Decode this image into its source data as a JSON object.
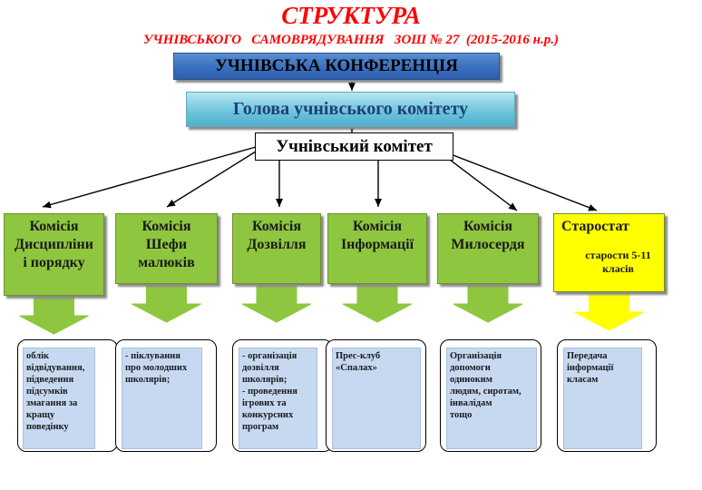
{
  "title": "СТРУКТУРА",
  "subtitle": "УЧНІВСЬКОГО   САМОВРЯДУВАННЯ   ЗОШ № 27  (2015-2016 н.р.)",
  "conference": "УЧНІВСЬКА КОНФЕРЕНЦІЯ",
  "head": "Голова  учнівського комітету",
  "committee": "Учнівський комітет",
  "commissions": [
    {
      "label": "Комісія\nДисципліни\nі порядку",
      "color": "#8ec63f",
      "detail": "облік\nвідвідування,\nпідведення\nпідсумків\nзмагання за\nкращу\nповедінку"
    },
    {
      "label": "Комісія\nШефи\nмалюків",
      "color": "#8ec63f",
      "detail": "- піклування\nпро молодших\nшколярів;"
    },
    {
      "label": "Комісія\nДозвілля",
      "color": "#8ec63f",
      "detail": "- організація\nдозвілля\nшколярів;\n- проведення\nігрових та\nконкурсних\nпрограм"
    },
    {
      "label": "Комісія\nІнформації",
      "color": "#8ec63f",
      "detail": "Прес-клуб\n«Спалах»"
    },
    {
      "label": "Комісія\nМилосердя",
      "color": "#8ec63f",
      "detail": "Організація\nдопомоги\nодиноким\nлюдям, сиротам,\nінвалідам\nтощо"
    },
    {
      "label": "Старостат",
      "sublabel": "старости 5-11\nкласів",
      "color": "#ffff00",
      "detail": "Передача\nінформації\nкласам"
    }
  ]
}
